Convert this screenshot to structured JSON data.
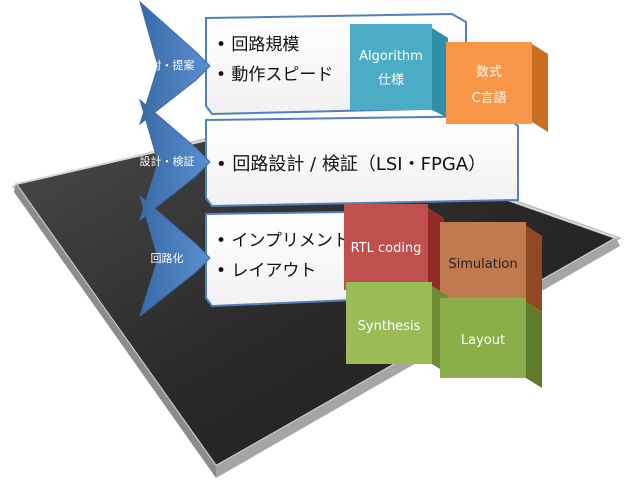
{
  "stages": [
    {
      "label": "検討・提案",
      "bullets": [
        "• 回路規模",
        "• 動作スピード"
      ]
    },
    {
      "label": "設計・検証",
      "bullets": [
        "• 回路設計 / 検証（LSI・FPGA）"
      ]
    },
    {
      "label": "回路化",
      "bullets": [
        "• インプリメント",
        "• レイアウト"
      ]
    }
  ],
  "cubes": {
    "algorithm": {
      "lines": [
        "Algorithm",
        "仕様"
      ],
      "color": "#4bacc6"
    },
    "formula": {
      "lines": [
        "数式",
        "C言語"
      ],
      "color": "#f79646"
    },
    "rtl": {
      "lines": [
        "RTL coding"
      ],
      "color": "#c0504d"
    },
    "simulation": {
      "lines": [
        "Simulation"
      ],
      "color": "#c07a4d"
    },
    "synthesis": {
      "lines": [
        "Synthesis"
      ],
      "color": "#9bbb59"
    },
    "layout": {
      "lines": [
        "Layout"
      ],
      "color": "#8aae4a"
    }
  },
  "colors": {
    "chevron": "#4f81bd",
    "platform": "#262626",
    "panel": "#ffffff"
  }
}
